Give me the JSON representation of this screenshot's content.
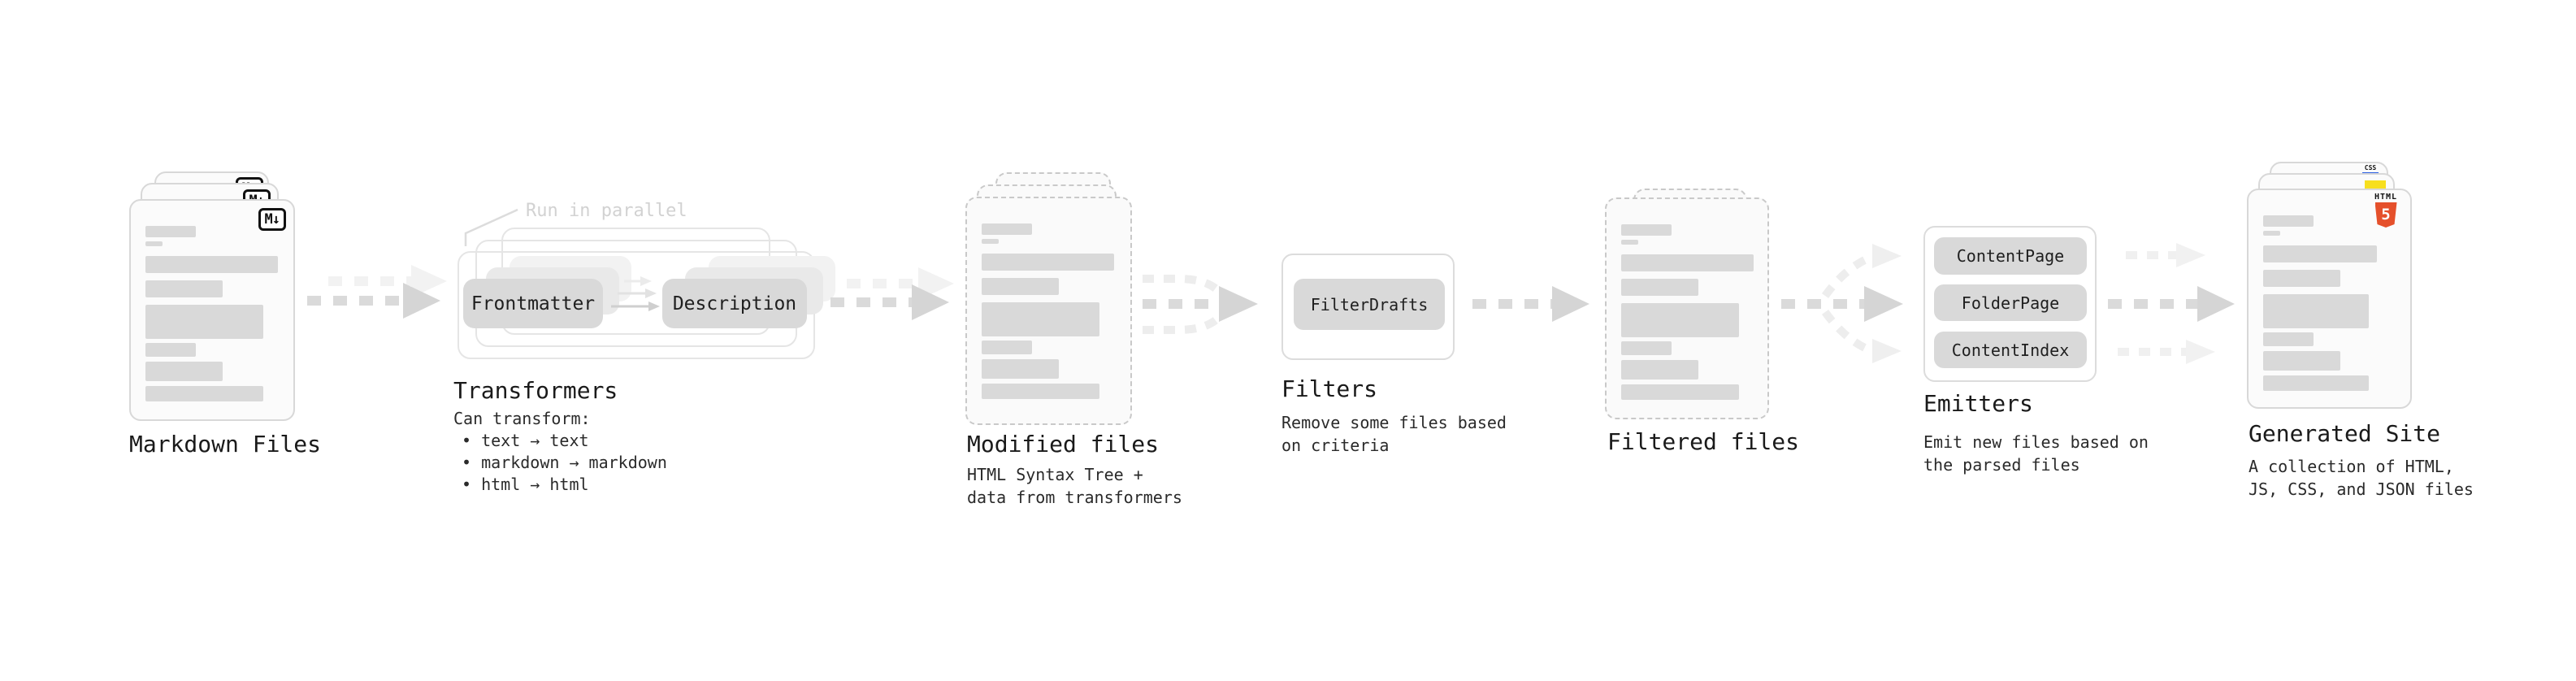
{
  "colors": {
    "accent_markdown": "#111111",
    "accent_html5": "#e5502b",
    "accent_js": "#f7df1e",
    "accent_css": "#2b5fe3"
  },
  "sections": {
    "markdown": {
      "label": "Markdown Files",
      "icon_text": "M↓"
    },
    "transformers": {
      "label": "Transformers",
      "note": "Run in parallel",
      "pill_left": "Frontmatter",
      "pill_right": "Description",
      "desc_title": "Can transform:",
      "bullet_char": "•",
      "bullets": [
        "text → text",
        "markdown → markdown",
        "html → html"
      ]
    },
    "modified": {
      "label": "Modified files",
      "desc_line1": "HTML Syntax Tree +",
      "desc_line2": "data from transformers"
    },
    "filters": {
      "label": "Filters",
      "pill": "FilterDrafts",
      "desc_line1": "Remove some files based",
      "desc_line2": "on criteria"
    },
    "filtered": {
      "label": "Filtered files"
    },
    "emitters": {
      "label": "Emitters",
      "pills": [
        "ContentPage",
        "FolderPage",
        "ContentIndex"
      ],
      "desc_line1": "Emit new files based on",
      "desc_line2": "the parsed files"
    },
    "generated": {
      "label": "Generated Site",
      "desc_line1": "A collection of HTML,",
      "desc_line2": "JS, CSS, and JSON files",
      "badge_html_label": "HTML",
      "badge_html_number": "5",
      "badge_css_label": "CSS"
    }
  }
}
